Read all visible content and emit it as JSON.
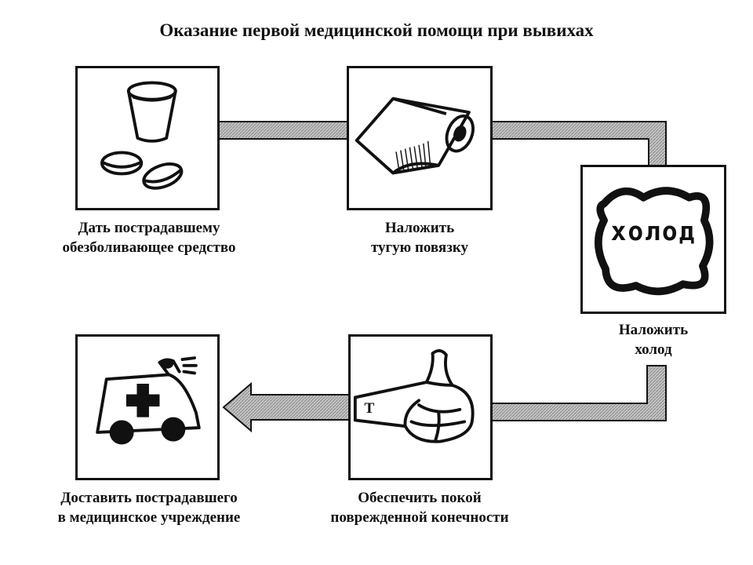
{
  "title": "Оказание первой медицинской помощи при вывихах",
  "steps": {
    "painkiller": {
      "line1": "Дать пострадавшему",
      "line2": "обезболивающее средство",
      "icon": "cup-and-pills-icon"
    },
    "bandage": {
      "line1": "Наложить",
      "line2": "тугую повязку",
      "icon": "bandage-roll-icon"
    },
    "cold": {
      "line1": "Наложить",
      "line2": "холод",
      "icon": "cold-pack-icon",
      "pack_label": "холод"
    },
    "rest": {
      "line1": "Обеспечить покой",
      "line2": "поврежденной конечности",
      "icon": "immobilized-limb-icon"
    },
    "hospital": {
      "line1": "Доставить пострадавшего",
      "line2": "в медицинское учреждение",
      "icon": "ambulance-icon"
    }
  },
  "colors": {
    "ink": "#111111",
    "arrow_fill": "#b8b8b8"
  }
}
